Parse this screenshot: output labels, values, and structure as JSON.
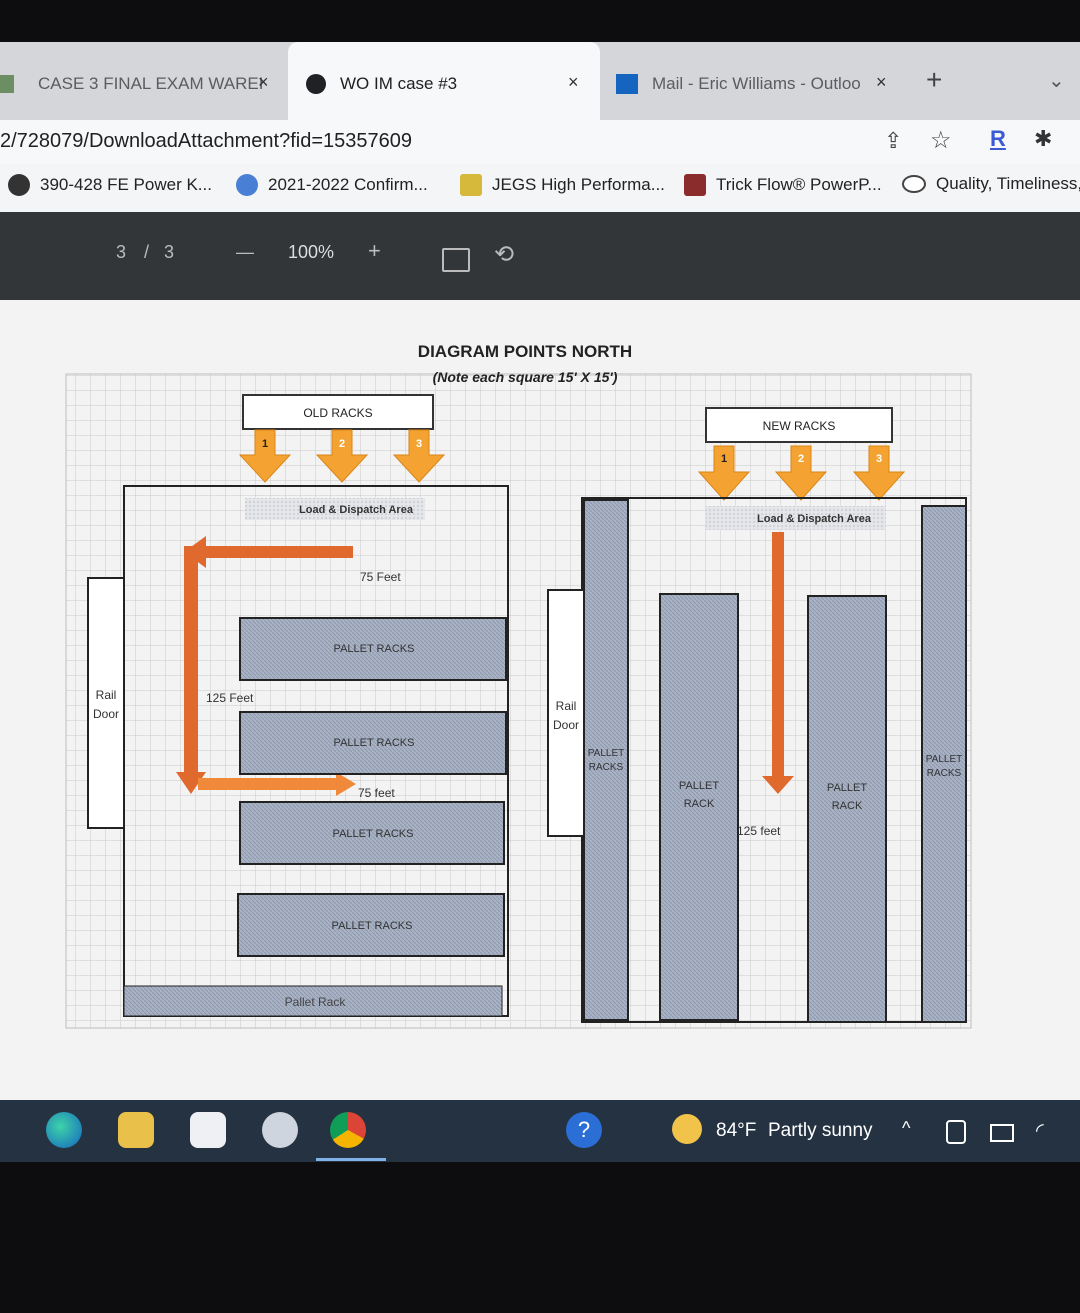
{
  "tabs": [
    {
      "label": "CASE 3 FINAL EXAM WAREI",
      "active": false
    },
    {
      "label": "WO IM case #3",
      "active": true
    },
    {
      "label": "Mail - Eric Williams - Outloo",
      "active": false
    }
  ],
  "tab_close_glyph": "×",
  "new_tab_glyph": "+",
  "address": {
    "url": "2/728079/DownloadAttachment?fid=15357609"
  },
  "bookmarks": [
    {
      "label": "390-428 FE Power K..."
    },
    {
      "label": "2021-2022 Confirm..."
    },
    {
      "label": "JEGS High Performa..."
    },
    {
      "label": "Trick Flow® PowerP..."
    },
    {
      "label": "Quality, Timeliness,"
    }
  ],
  "pdf_toolbar": {
    "page": "3",
    "page_sep": "/",
    "pages": "3",
    "minus": "—",
    "zoom": "100%",
    "plus": "+"
  },
  "diagram": {
    "title": "DIAGRAM POINTS NORTH",
    "subtitle": "(Note each square 15' X 15')",
    "left": {
      "racks_label": "OLD RACKS",
      "arrow_numbers": [
        "1",
        "2",
        "3"
      ],
      "load_area": "Load & Dispatch Area",
      "rail_door": [
        "Rail",
        "Door"
      ],
      "dim_top": "75 Feet",
      "dim_side": "125 Feet",
      "dim_bottom": "75 feet",
      "pallet_racks": [
        "PALLET RACKS",
        "PALLET RACKS",
        "PALLET RACKS",
        "PALLET RACKS"
      ],
      "bottom_rack": "Pallet Rack"
    },
    "right": {
      "racks_label": "NEW RACKS",
      "arrow_numbers": [
        "1",
        "2",
        "3"
      ],
      "load_area": "Load & Dispatch Area",
      "rail_door": [
        "Rail",
        "Door"
      ],
      "left_rack": [
        "PALLET",
        "RACKS"
      ],
      "mid_rack_1": [
        "PALLET",
        "RACK"
      ],
      "mid_rack_2": [
        "PALLET",
        "RACK"
      ],
      "right_rack": [
        "PALLET",
        "RACKS"
      ],
      "dim": "125 feet"
    }
  },
  "taskbar": {
    "weather_temp": "84°F",
    "weather_text": "Partly sunny",
    "chevron": "^"
  },
  "colors": {
    "orange_arrow": "#f4a332",
    "flow_arrow": "#e06a2e",
    "rack_fill": "#a8b3c6",
    "tab_strip": "#d4d6da",
    "pdf_toolbar": "#323639",
    "taskbar": "#243241"
  }
}
